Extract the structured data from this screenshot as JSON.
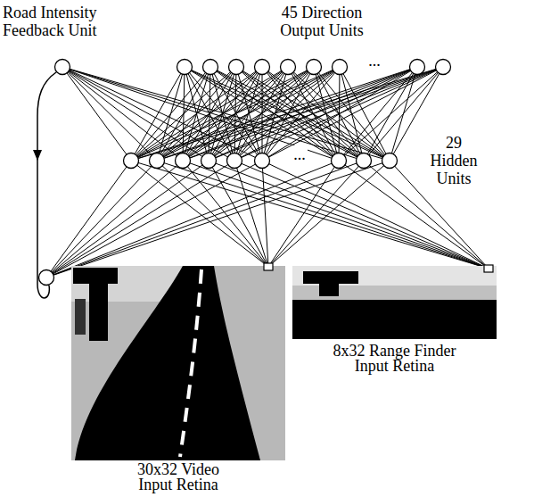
{
  "diagram": {
    "nodes": [
      {
        "text": [
          "30x32 Video Input Retina"
        ]
      },
      {
        "text": [
          "8x32 Range Finder Input Retina"
        ]
      }
    ],
    "labels": [
      "Road Intensity Feedback Unit",
      "45 Direction Output Units",
      "...",
      "29 Hidden Units",
      "..."
    ]
  }
}
